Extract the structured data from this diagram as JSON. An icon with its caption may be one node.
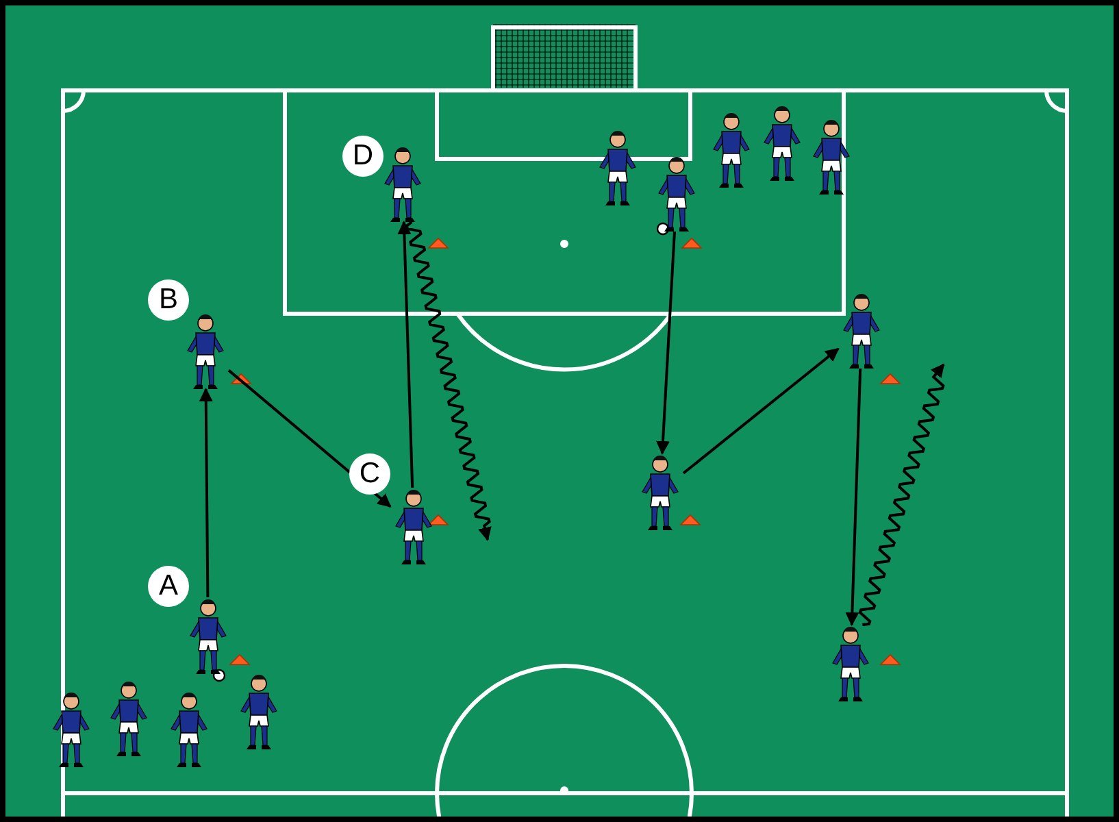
{
  "diagram": {
    "nodes": [
      {
        "text": [],
        "shape": "person",
        "beside": [
          "D"
        ]
      },
      {
        "text": [],
        "shape": "person"
      },
      {
        "text": [],
        "shape": "person"
      },
      {
        "text": [],
        "shape": "person"
      },
      {
        "text": [],
        "shape": "person"
      },
      {
        "text": [],
        "shape": "person"
      },
      {
        "text": [],
        "shape": "person",
        "beside": [
          "B"
        ]
      },
      {
        "text": [],
        "shape": "person"
      },
      {
        "text": [],
        "shape": "person"
      },
      {
        "text": [],
        "shape": "person",
        "beside": [
          "C"
        ]
      },
      {
        "text": [],
        "shape": "person",
        "beside": [
          "A"
        ]
      },
      {
        "text": [],
        "shape": "person"
      },
      {
        "text": [],
        "shape": "person"
      },
      {
        "text": [],
        "shape": "person"
      },
      {
        "text": [],
        "shape": "person"
      },
      {
        "text": [],
        "shape": "person"
      }
    ],
    "edges": [
      {
        "from": 10,
        "to": 6,
        "arrow": "to"
      },
      {
        "from": 6,
        "to": 9,
        "arrow": "to"
      },
      {
        "from": 9,
        "to": 0,
        "arrow": "to"
      },
      {
        "from": 0,
        "to": null,
        "arrow": "to"
      },
      {
        "from": 2,
        "to": 8,
        "arrow": "to"
      },
      {
        "from": 8,
        "to": 7,
        "arrow": "to"
      },
      {
        "from": 7,
        "to": 11,
        "arrow": "to"
      },
      {
        "from": 11,
        "to": null,
        "arrow": "to"
      }
    ]
  }
}
